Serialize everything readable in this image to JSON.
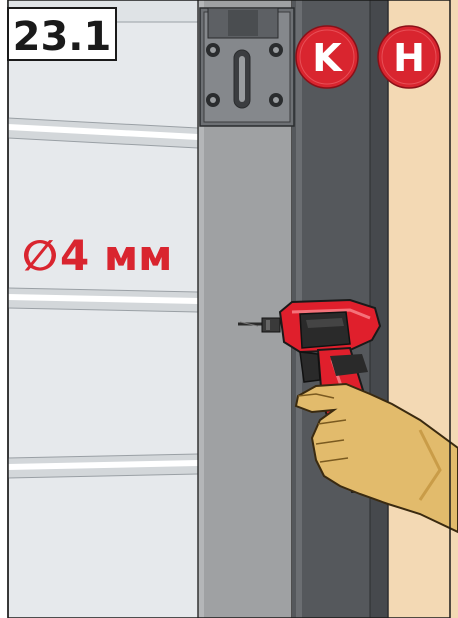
{
  "step": {
    "number": "23.1"
  },
  "drill_spec": {
    "symbol": "∅",
    "value": "4 мм"
  },
  "badges": [
    {
      "letter": "K",
      "color": "#d9252f"
    },
    {
      "letter": "H",
      "color": "#d9252f"
    }
  ],
  "colors": {
    "door_panel": "#e6e9ec",
    "panel_groove": "#c9ced2",
    "frame_gray": "#9fa1a3",
    "post_dark": "#55585c",
    "wall": "#f3d9b4",
    "drill_red": "#e01f2c",
    "hand_skin": "#e2bb6c",
    "accent_text": "#d9252f"
  },
  "icons": [
    "hinge-plate-icon",
    "drill-icon",
    "hand-icon"
  ]
}
